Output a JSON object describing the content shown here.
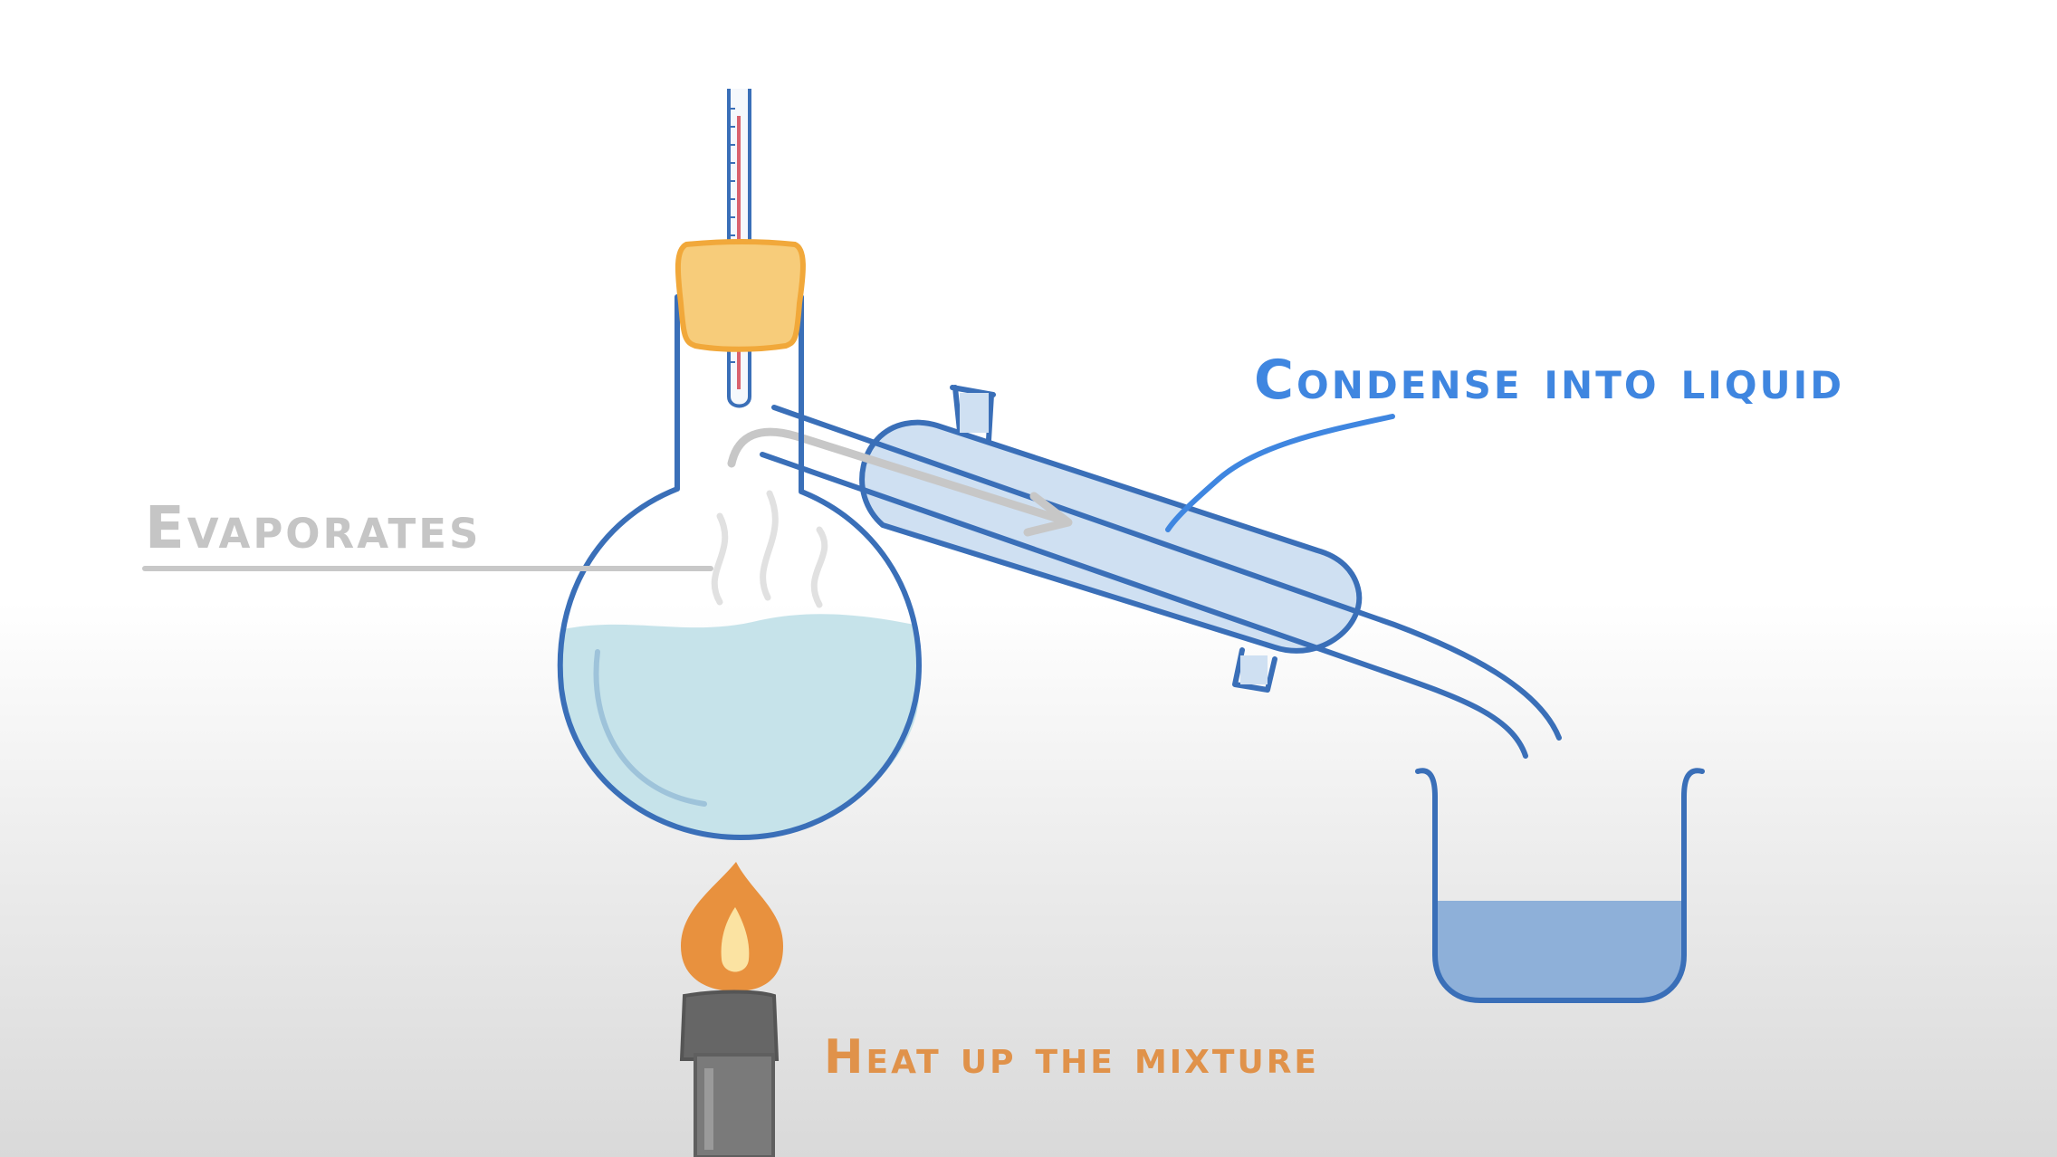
{
  "labels": {
    "evaporates": "Evaporates",
    "condense": "Condense into liquid",
    "heat": "Heat up the mixture"
  },
  "colors": {
    "outline": "#3a6fb8",
    "flask_liquid": "#c6e3ea",
    "condenser_fill": "#cfe0f2",
    "beaker_liquid": "#8eb0d9",
    "stopper": "#f7cc7a",
    "stopper_outline": "#f1a83a",
    "flame_outer": "#e8913e",
    "flame_inner": "#fbe3a2",
    "burner": "#7a7a7a",
    "evaporates_text": "#c5c5c5",
    "condense_text": "#3f86e0",
    "heat_text": "#e0924a",
    "thermometer_red": "#d9626e"
  }
}
